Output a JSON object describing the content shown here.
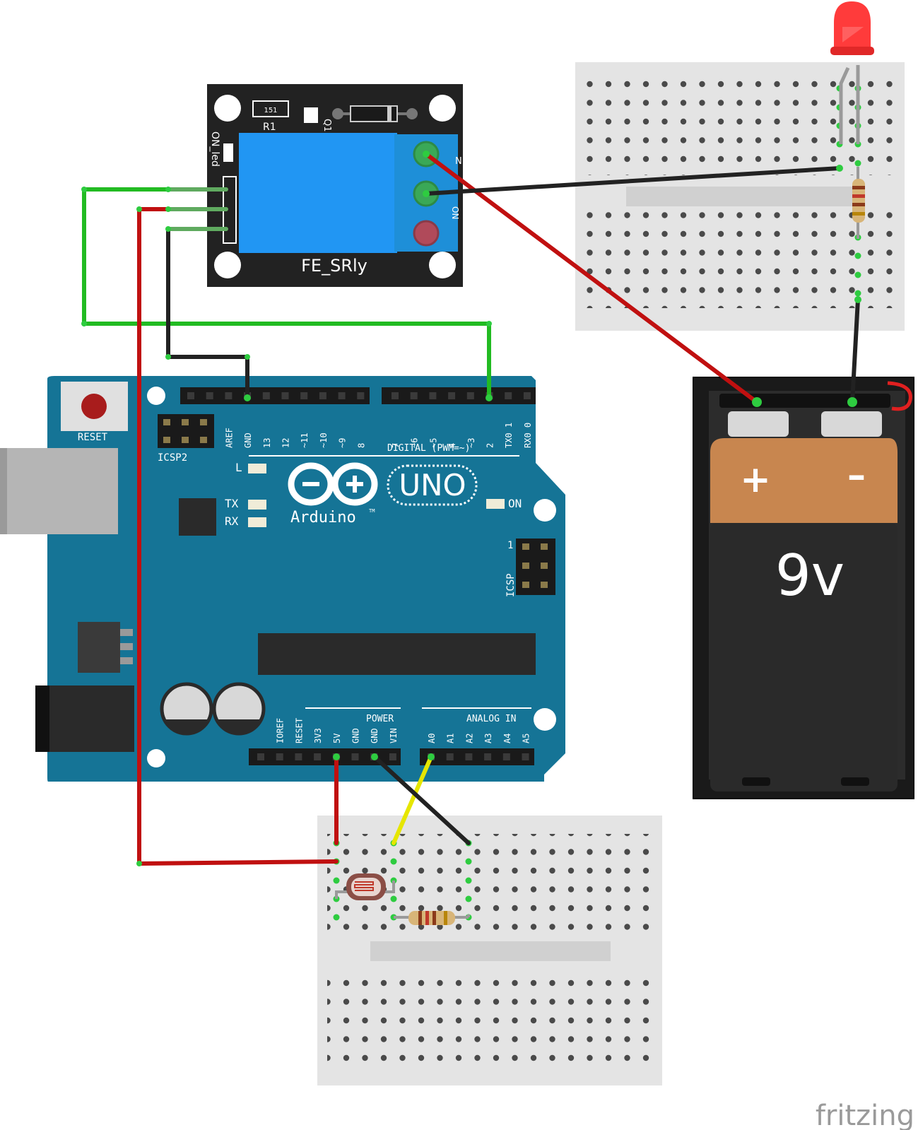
{
  "relay": {
    "name": "FE_SRly",
    "r1_value": "151",
    "r1_ref": "R1",
    "q1_ref": "Q1",
    "on_led_label": "ON_led",
    "terminal_no": "N",
    "terminal_on": "ON"
  },
  "arduino": {
    "reset": "RESET",
    "icsp2": "ICSP2",
    "icsp": "ICSP",
    "icsp_pin1": "1",
    "led_l": "L",
    "led_tx": "TX",
    "led_rx": "RX",
    "led_on": "ON",
    "logo_text": "Arduino",
    "model": "UNO",
    "tm": "TM",
    "digital_label": "DIGITAL (PWM=~)",
    "power_label": "POWER",
    "analog_label": "ANALOG IN",
    "digital_pins": [
      "AREF",
      "GND",
      "13",
      "12",
      "~11",
      "~10",
      "~9",
      "8",
      "7",
      "~6",
      "~5",
      "4",
      "~3",
      "2",
      "TX0 1",
      "RX0 0"
    ],
    "power_pins": [
      "IOREF",
      "RESET",
      "3V3",
      "5V",
      "GND",
      "GND",
      "VIN"
    ],
    "analog_pins": [
      "A0",
      "A1",
      "A2",
      "A3",
      "A4",
      "A5"
    ]
  },
  "battery": {
    "plus": "+",
    "minus": "–",
    "voltage": "9v"
  },
  "watermark": "fritzing",
  "colors": {
    "board": "#157496",
    "wire_green": "#22bb22",
    "wire_red": "#c01010",
    "wire_black": "#222222",
    "wire_yellow": "#e6e600",
    "relay_blue": "#2196f3",
    "terminal_blue": "#1e8fd8",
    "battery_copper": "#c8864f",
    "led_red": "#ff3b3b"
  }
}
